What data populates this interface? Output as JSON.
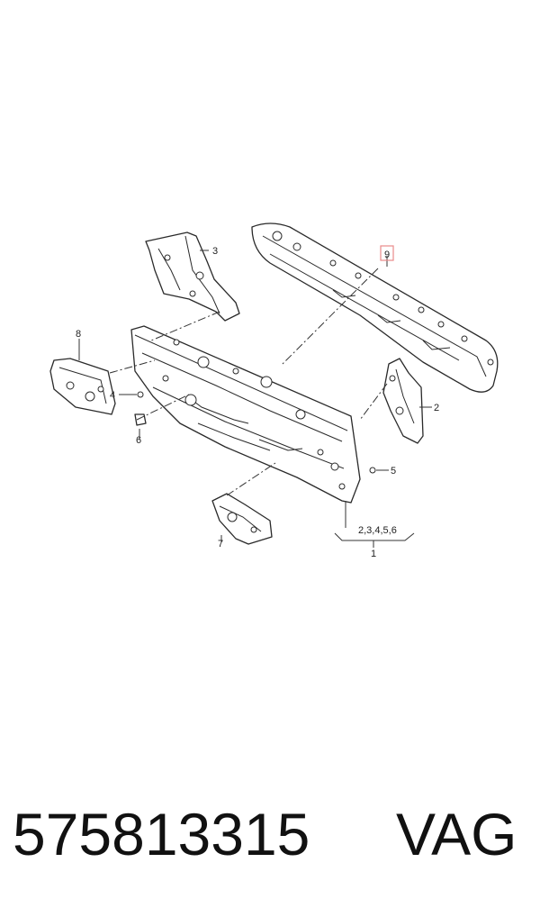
{
  "callouts": {
    "c1": "1",
    "c2": "2",
    "c3": "3",
    "c4": "4",
    "c5": "5",
    "c6": "6",
    "c7": "7",
    "c8": "8",
    "c9": "9",
    "group": "2,3,4,5,6"
  },
  "highlight_color": "#e88a8a",
  "caption": {
    "part_number": "575813315",
    "brand": "VAG"
  }
}
